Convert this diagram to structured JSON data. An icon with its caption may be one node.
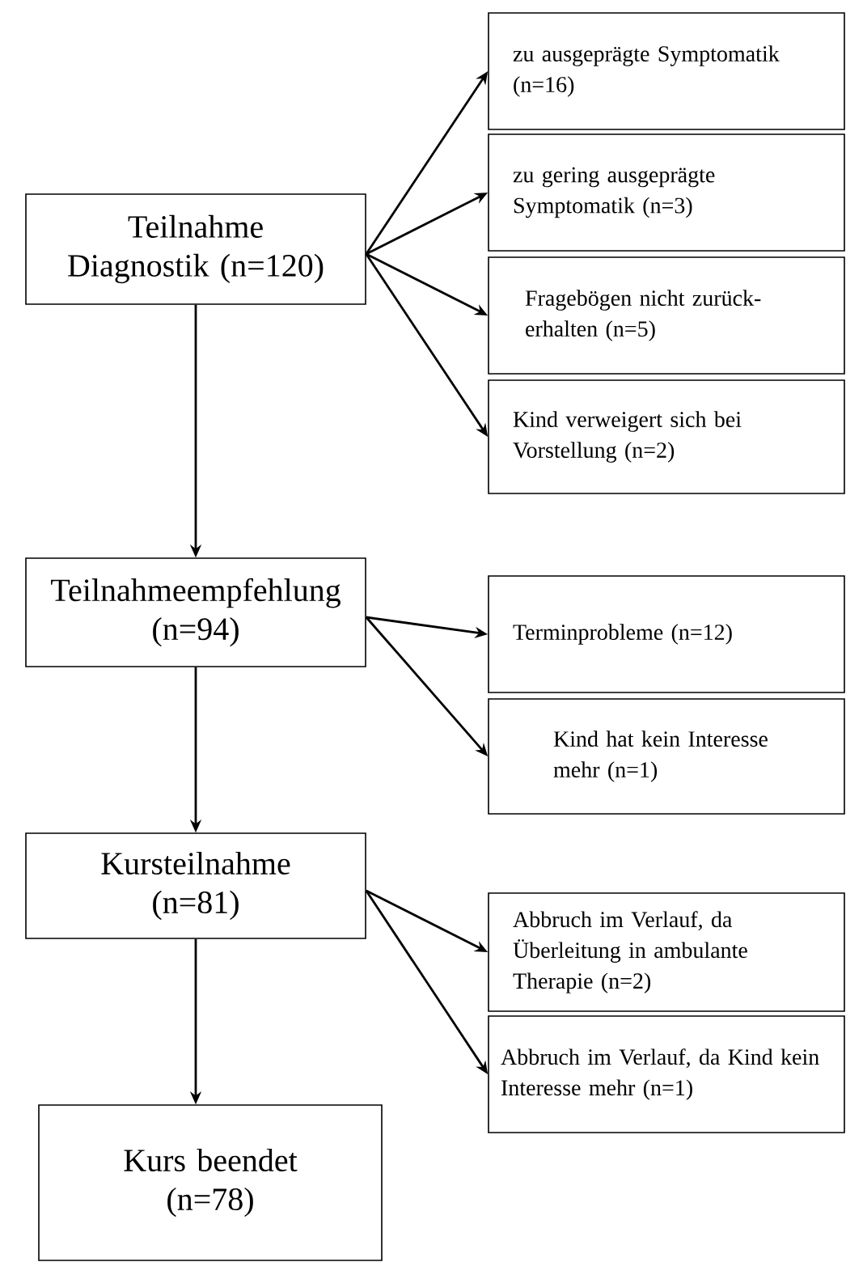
{
  "diagram": {
    "nodes": [
      {
        "text": [
          "Teilnahme Diagnostik (n=120)"
        ]
      },
      {
        "text": [
          "zu ausgeprägte Symptomatik (n=16)"
        ]
      },
      {
        "text": [
          "zu gering ausgeprägte Symptomatik (n=3)"
        ]
      },
      {
        "text": [
          "Fragebögen nicht zurück-erhalten (n=5)"
        ]
      },
      {
        "text": [
          "Kind verweigert sich bei Vorstellung (n=2)"
        ]
      },
      {
        "text": [
          "Teilnahmeempfehlung (n=94)"
        ]
      },
      {
        "text": [
          "Terminprobleme (n=12)"
        ]
      },
      {
        "text": [
          "Kind hat kein Interesse mehr (n=1)"
        ]
      },
      {
        "text": [
          "Kursteilnahme (n=81)"
        ]
      },
      {
        "text": [
          "Abbruch im Verlauf, da Überleitung in ambulante Therapie (n=2)"
        ]
      },
      {
        "text": [
          "Abbruch im Verlauf, da Kind kein Interesse mehr (n=1)"
        ]
      },
      {
        "text": [
          "Kurs beendet (n=78)"
        ]
      }
    ],
    "edges": [
      {
        "from": 0,
        "to": 1,
        "arrow": "to"
      },
      {
        "from": 0,
        "to": 2,
        "arrow": "to"
      },
      {
        "from": 0,
        "to": 3,
        "arrow": "to"
      },
      {
        "from": 0,
        "to": 4,
        "arrow": "to"
      },
      {
        "from": 0,
        "to": 5,
        "arrow": "to"
      },
      {
        "from": 5,
        "to": 6,
        "arrow": "to"
      },
      {
        "from": 5,
        "to": 7,
        "arrow": "to"
      },
      {
        "from": 5,
        "to": 8,
        "arrow": "to"
      },
      {
        "from": 8,
        "to": 9,
        "arrow": "to"
      },
      {
        "from": 8,
        "to": 10,
        "arrow": "to"
      },
      {
        "from": 8,
        "to": 11,
        "arrow": "to"
      }
    ]
  }
}
